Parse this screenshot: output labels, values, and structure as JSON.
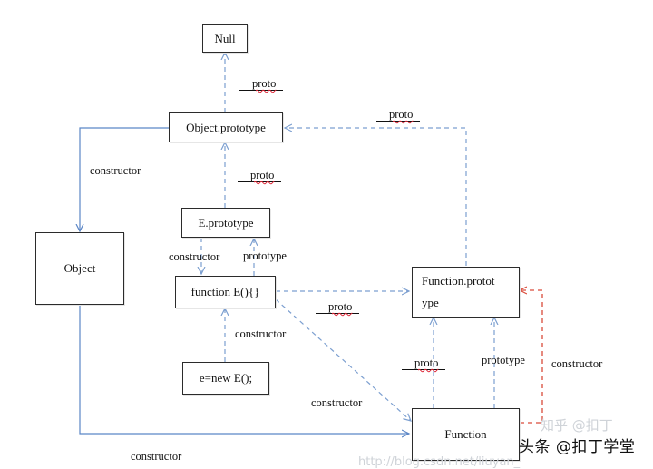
{
  "nodes": {
    "null": "Null",
    "object_prototype": "Object.prototype",
    "e_prototype": "E.prototype",
    "function_e": "function E(){}",
    "e_new": "e=new E();",
    "object": "Object",
    "function_prototype_line1": "Function.protot",
    "function_prototype_line2": "ype",
    "function": "Function"
  },
  "edge_labels": {
    "proto_top": "proto",
    "proto_mid": "proto",
    "proto_right_top": "proto",
    "proto_center": "proto",
    "proto_function": "proto",
    "constructor_object": "constructor",
    "constructor_e_proto": "constructor",
    "prototype_e": "prototype",
    "constructor_e_new": "constructor",
    "constructor_function_e": "constructor",
    "constructor_bottom": "constructor",
    "prototype_function": "prototype",
    "constructor_red": "constructor"
  },
  "colors": {
    "dashed_blue": "#7c9fd0",
    "solid_blue": "#5b86c6",
    "red": "#d94a3a"
  },
  "watermark": {
    "brand": "头条 @扣丁学堂",
    "faint_top": "知乎 @扣丁",
    "faint_url": "http://blog.csdn.net/liuyan_"
  }
}
